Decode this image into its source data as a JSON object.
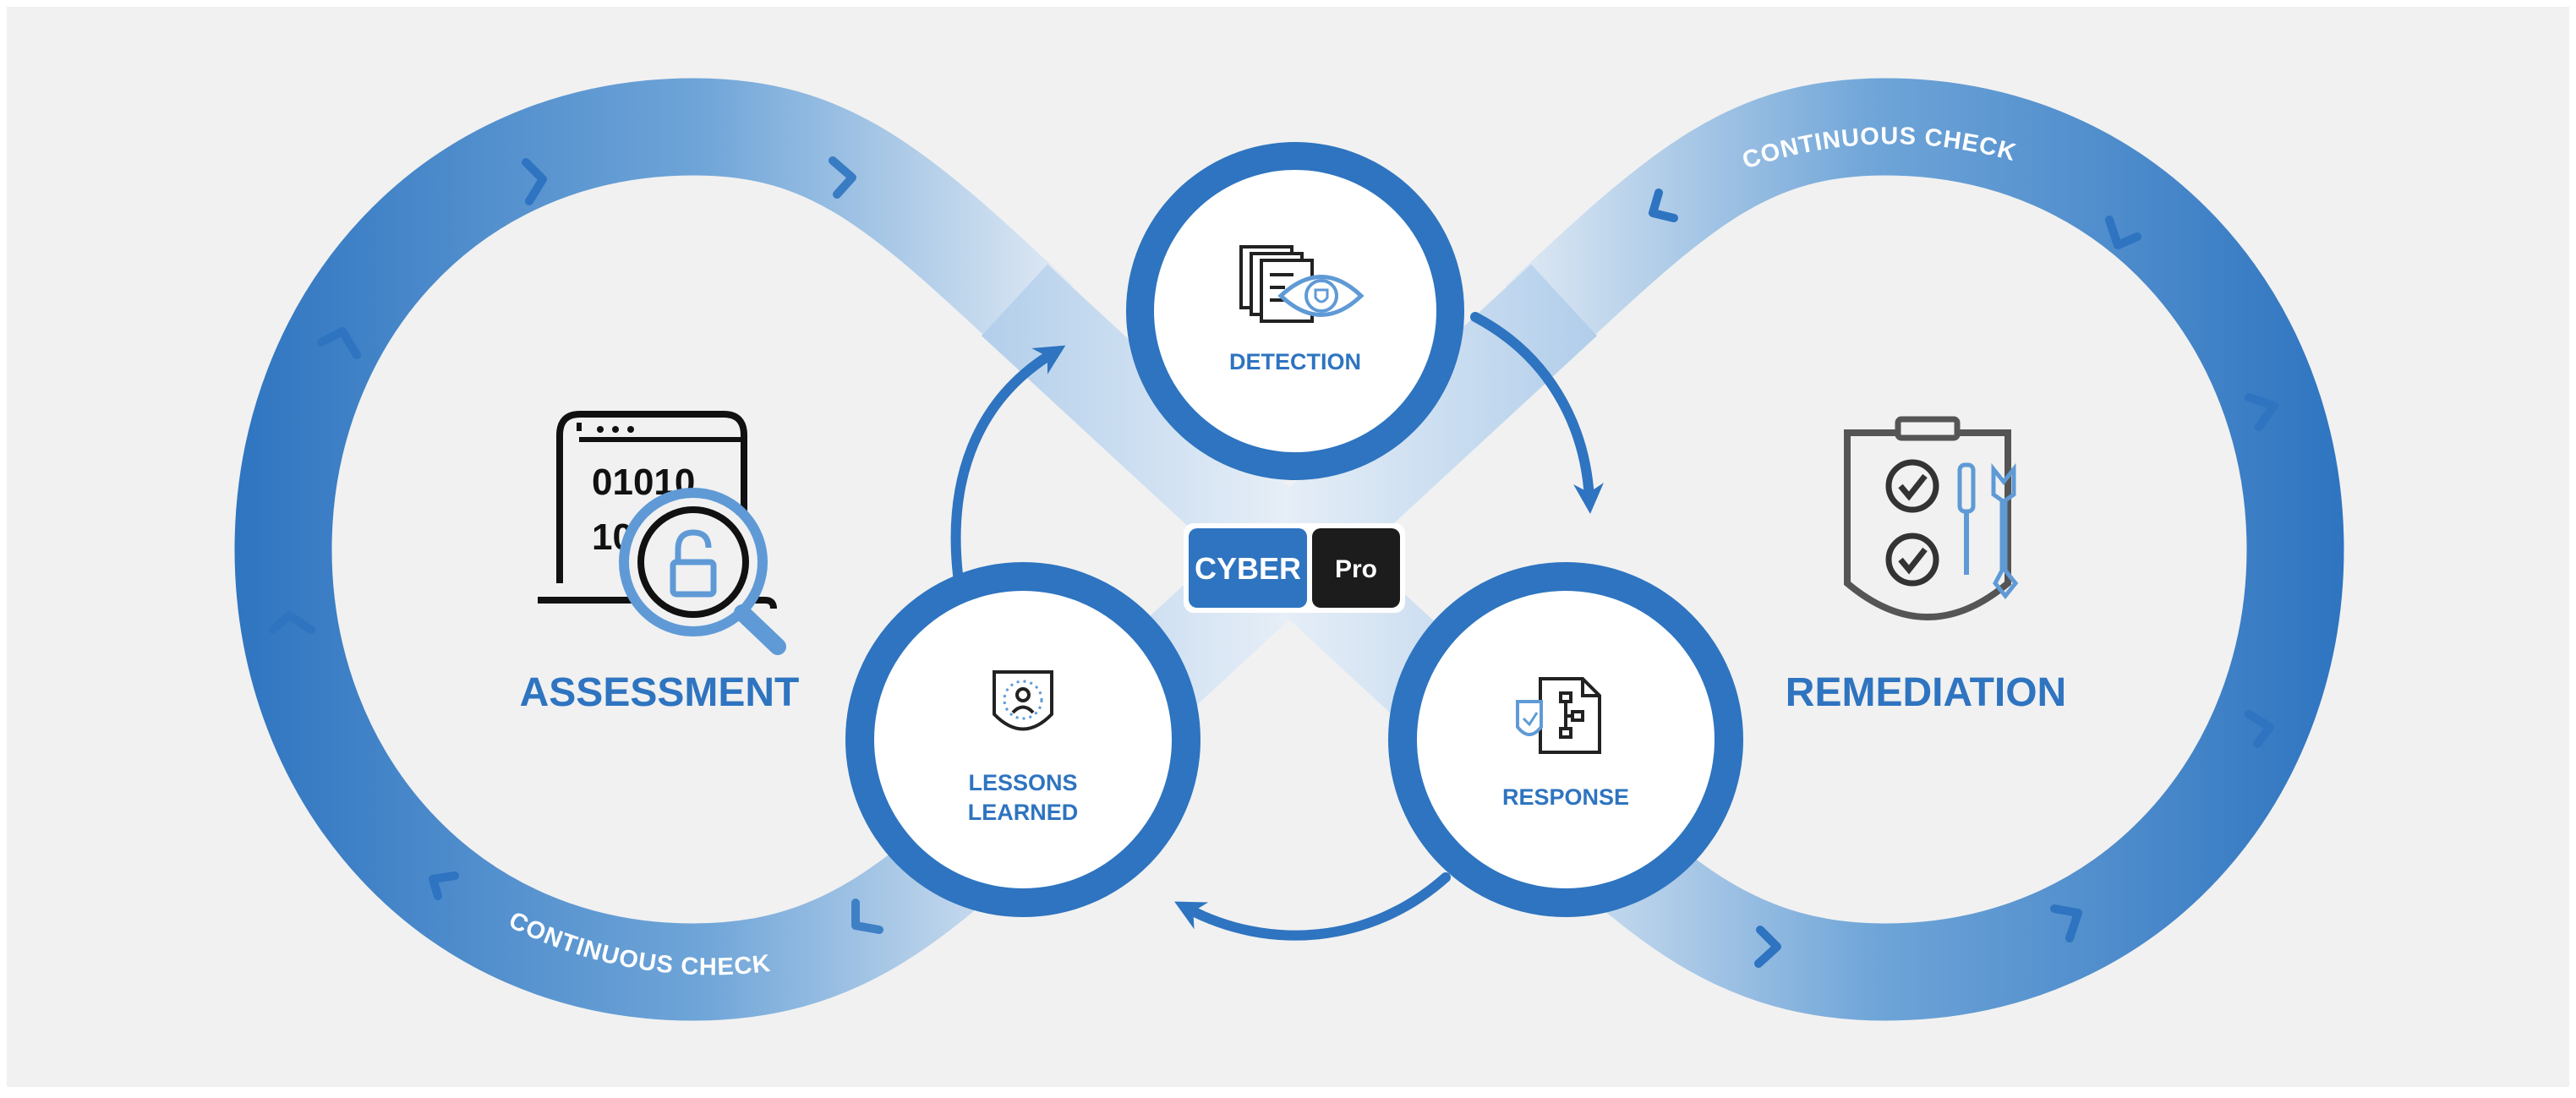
{
  "colors": {
    "primary": "#2e74c0",
    "light": "#a9c9e8",
    "background": "#f1f1f1",
    "frame": "#ffffff",
    "dark": "#1c1c1c",
    "icon_stroke": "#222222",
    "icon_accent": "#5f9ad6"
  },
  "left": {
    "label": "ASSESSMENT",
    "icon": "unlocked-code-search-icon"
  },
  "right": {
    "label": "REMEDIATION",
    "icon": "checklist-shield-tools-icon"
  },
  "band": {
    "top_right": "CONTINUOUS CHECK",
    "bottom_left": "CONTINUOUS CHECK"
  },
  "cycle": {
    "detection": {
      "label": "DETECTION",
      "icon": "document-eye-icon"
    },
    "response": {
      "label": "RESPONSE",
      "icon": "flowchart-document-icon"
    },
    "lessons": {
      "line1": "LESSONS",
      "line2": "LEARNED",
      "icon": "shield-person-icon"
    }
  },
  "logo": {
    "left": "CYBER",
    "right": "Pro"
  }
}
